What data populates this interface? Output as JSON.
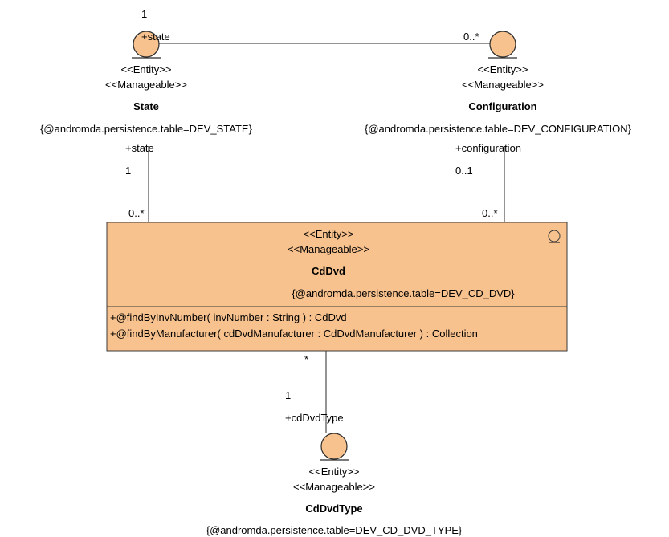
{
  "entities": {
    "state": {
      "stereotype_entity": "<<Entity>>",
      "stereotype_manageable": "<<Manageable>>",
      "name": "State",
      "tagged_value": "{@andromda.persistence.table=DEV_STATE}"
    },
    "configuration": {
      "stereotype_entity": "<<Entity>>",
      "stereotype_manageable": "<<Manageable>>",
      "name": "Configuration",
      "tagged_value": "{@andromda.persistence.table=DEV_CONFIGURATION}"
    },
    "cddvd": {
      "stereotype_entity": "<<Entity>>",
      "stereotype_manageable": "<<Manageable>>",
      "name": "CdDvd",
      "tagged_value": "{@andromda.persistence.table=DEV_CD_DVD}",
      "operations": [
        "+@findByInvNumber( invNumber : String ) : CdDvd",
        "+@findByManufacturer( cdDvdManufacturer : CdDvdManufacturer ) : Collection"
      ]
    },
    "cddvdtype": {
      "stereotype_entity": "<<Entity>>",
      "stereotype_manageable": "<<Manageable>>",
      "name": "CdDvdType",
      "tagged_value": "{@andromda.persistence.table=DEV_CD_DVD_TYPE}"
    }
  },
  "associations": {
    "state_configuration": {
      "state_multiplicity": "1",
      "state_role": "+state",
      "configuration_multiplicity": "0..*"
    },
    "cddvd_state": {
      "state_role": "+state",
      "state_multiplicity": "1",
      "cddvd_multiplicity": "0..*"
    },
    "cddvd_configuration": {
      "configuration_role": "+configuration",
      "configuration_multiplicity": "0..1",
      "cddvd_multiplicity": "0..*"
    },
    "cddvd_cddvdtype": {
      "cddvd_multiplicity": "*",
      "type_multiplicity": "1",
      "type_role": "+cdDvdType"
    }
  },
  "colors": {
    "entity_fill": "#f8c28e",
    "outline": "#2a2a2a",
    "background": "#ffffff"
  },
  "icons": {
    "entity": "entity-circle-icon"
  }
}
